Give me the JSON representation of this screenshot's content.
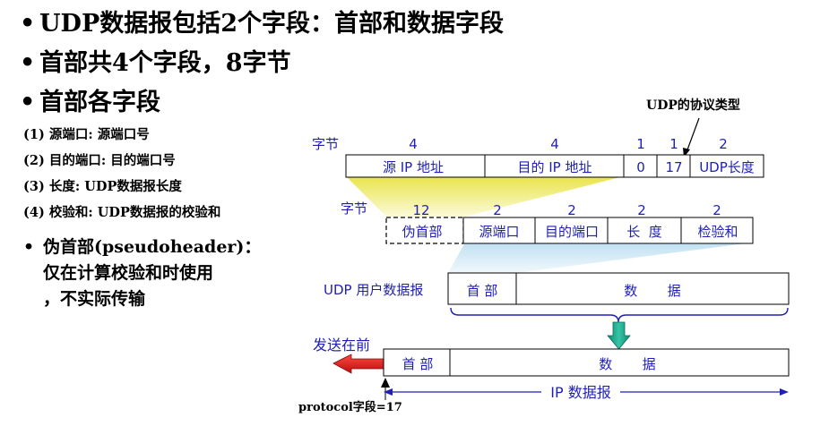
{
  "bullets": [
    "UDP数据报包括2个字段：首部和数据字段",
    "首部共4个字段，8字节",
    "首部各字段"
  ],
  "fields": [
    "(1) 源端口: 源端口号",
    "(2) 目的端口: 目的端口号",
    "(3) 长度: UDP数据报长度",
    "(4) 校验和: UDP数据报的校验和"
  ],
  "pseudo_lines": [
    "伪首部(pseudoheader)：",
    "仅在计算校验和时使用",
    "，不实际传输"
  ],
  "protocol_type_label": "UDP的协议类型",
  "row1": {
    "label": "字节",
    "sizes": [
      "4",
      "4",
      "1",
      "1",
      "2"
    ],
    "cells": [
      "源 IP 地址",
      "目的 IP 地址",
      "0",
      "17",
      "UDP长度"
    ]
  },
  "row2": {
    "label": "字节",
    "sizes": [
      "12",
      "2",
      "2",
      "2",
      "2"
    ],
    "cells": [
      "伪首部",
      "源端口",
      "目的端口",
      "长  度",
      "检验和"
    ]
  },
  "udp_row": {
    "label": "UDP 用户数据报",
    "header": "首 部",
    "data": "数       据"
  },
  "send_label": "发送在前",
  "ip_row": {
    "header": "首 部",
    "data": "数       据",
    "label": "IP 数据报"
  },
  "protocol_note": "protocol字段=17",
  "colors": {
    "blue": "#1f1fb4",
    "arrow_red": "#e0201c",
    "arrow_green": "#1aa88a",
    "funnel_yellow": "#f0ec7a",
    "funnel_blue": "#cfe8f5"
  }
}
